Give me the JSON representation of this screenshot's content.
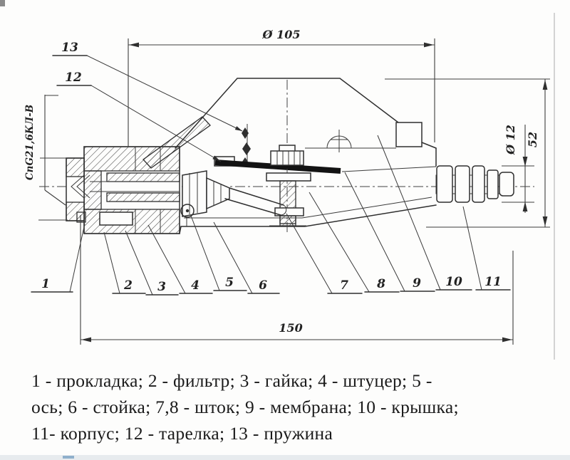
{
  "drawing": {
    "dim_top": "Ø 105",
    "dim_length": "150",
    "dim_height": "52",
    "dim_nipple": "Ø 12",
    "thread_spec": "СпG21,6КЛ-В",
    "callouts": [
      "1",
      "2",
      "3",
      "4",
      "5",
      "6",
      "7",
      "8",
      "9",
      "10",
      "11",
      "12",
      "13"
    ]
  },
  "legend": {
    "lines": [
      "1 - прокладка; 2 - фильтр; 3 - гайка; 4 - штуцер; 5 -",
      "ось; 6 - стойка; 7,8 - шток; 9 - мембрана; 10 - крышка;",
      "11- корпус; 12 - тарелка; 13 - пружина"
    ]
  }
}
